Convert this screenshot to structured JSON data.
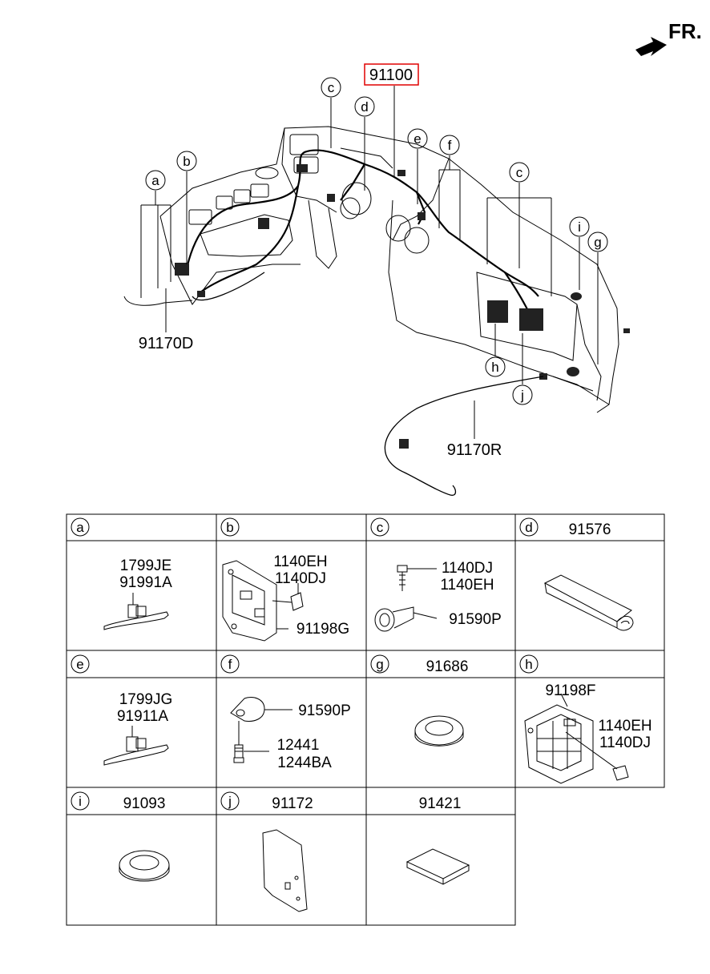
{
  "direction_label": "FR.",
  "main_part": "91100",
  "main_labels": {
    "harness_left": "91170D",
    "harness_right": "91170R"
  },
  "callouts": [
    "a",
    "b",
    "c",
    "d",
    "e",
    "f",
    "c",
    "i",
    "g",
    "h",
    "j"
  ],
  "cells": [
    {
      "letter": "a",
      "header_part": "",
      "parts": [
        "1799JE",
        "91991A"
      ]
    },
    {
      "letter": "b",
      "header_part": "",
      "parts": [
        "1140EH",
        "1140DJ",
        "91198G"
      ]
    },
    {
      "letter": "c",
      "header_part": "",
      "parts": [
        "1140DJ",
        "1140EH",
        "91590P"
      ]
    },
    {
      "letter": "d",
      "header_part": "91576",
      "parts": []
    },
    {
      "letter": "e",
      "header_part": "",
      "parts": [
        "1799JG",
        "91911A"
      ]
    },
    {
      "letter": "f",
      "header_part": "",
      "parts": [
        "91590P",
        "12441",
        "1244BA"
      ]
    },
    {
      "letter": "g",
      "header_part": "91686",
      "parts": []
    },
    {
      "letter": "h",
      "header_part": "",
      "parts": [
        "91198F",
        "1140EH",
        "1140DJ"
      ]
    },
    {
      "letter": "i",
      "header_part": "91093",
      "parts": []
    },
    {
      "letter": "j",
      "header_part": "91172",
      "parts": []
    },
    {
      "letter": "",
      "header_part": "91421",
      "parts": []
    }
  ]
}
